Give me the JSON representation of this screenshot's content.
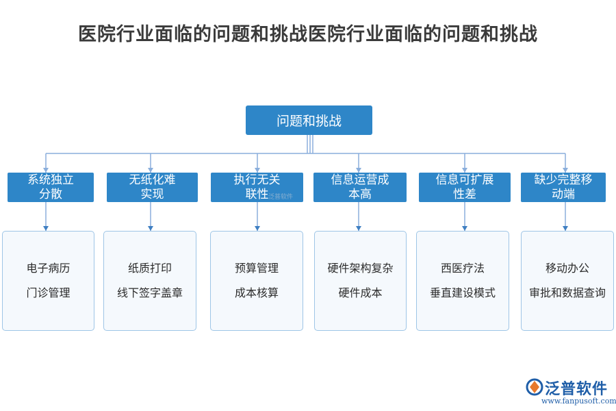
{
  "title": "医院行业面临的问题和挑战医院行业面临的问题和挑战",
  "root": "问题和挑战",
  "categories": [
    {
      "label": "系统独立\n分散",
      "items": [
        "电子病历",
        "门诊管理"
      ]
    },
    {
      "label": "无纸化难\n实现",
      "items": [
        "纸质打印",
        "线下签字盖章"
      ]
    },
    {
      "label": "执行无关\n联性",
      "items": [
        "预算管理",
        "成本核算"
      ]
    },
    {
      "label": "信息运营成\n本高",
      "items": [
        "硬件架构复杂",
        "硬件成本"
      ]
    },
    {
      "label": "信息可扩展\n性差",
      "items": [
        "西医疗法",
        "垂直建设模式"
      ]
    },
    {
      "label": "缺少完整移\n动端",
      "items": [
        "移动办公",
        "审批和数据查询"
      ]
    }
  ],
  "watermark": "泛普软件",
  "logo": {
    "name": "泛普软件",
    "url": "www.fanpusoft.com"
  },
  "colors": {
    "box": "#2e86c8",
    "line": "#8aaedc",
    "leaf_border": "#9ec5e6"
  }
}
